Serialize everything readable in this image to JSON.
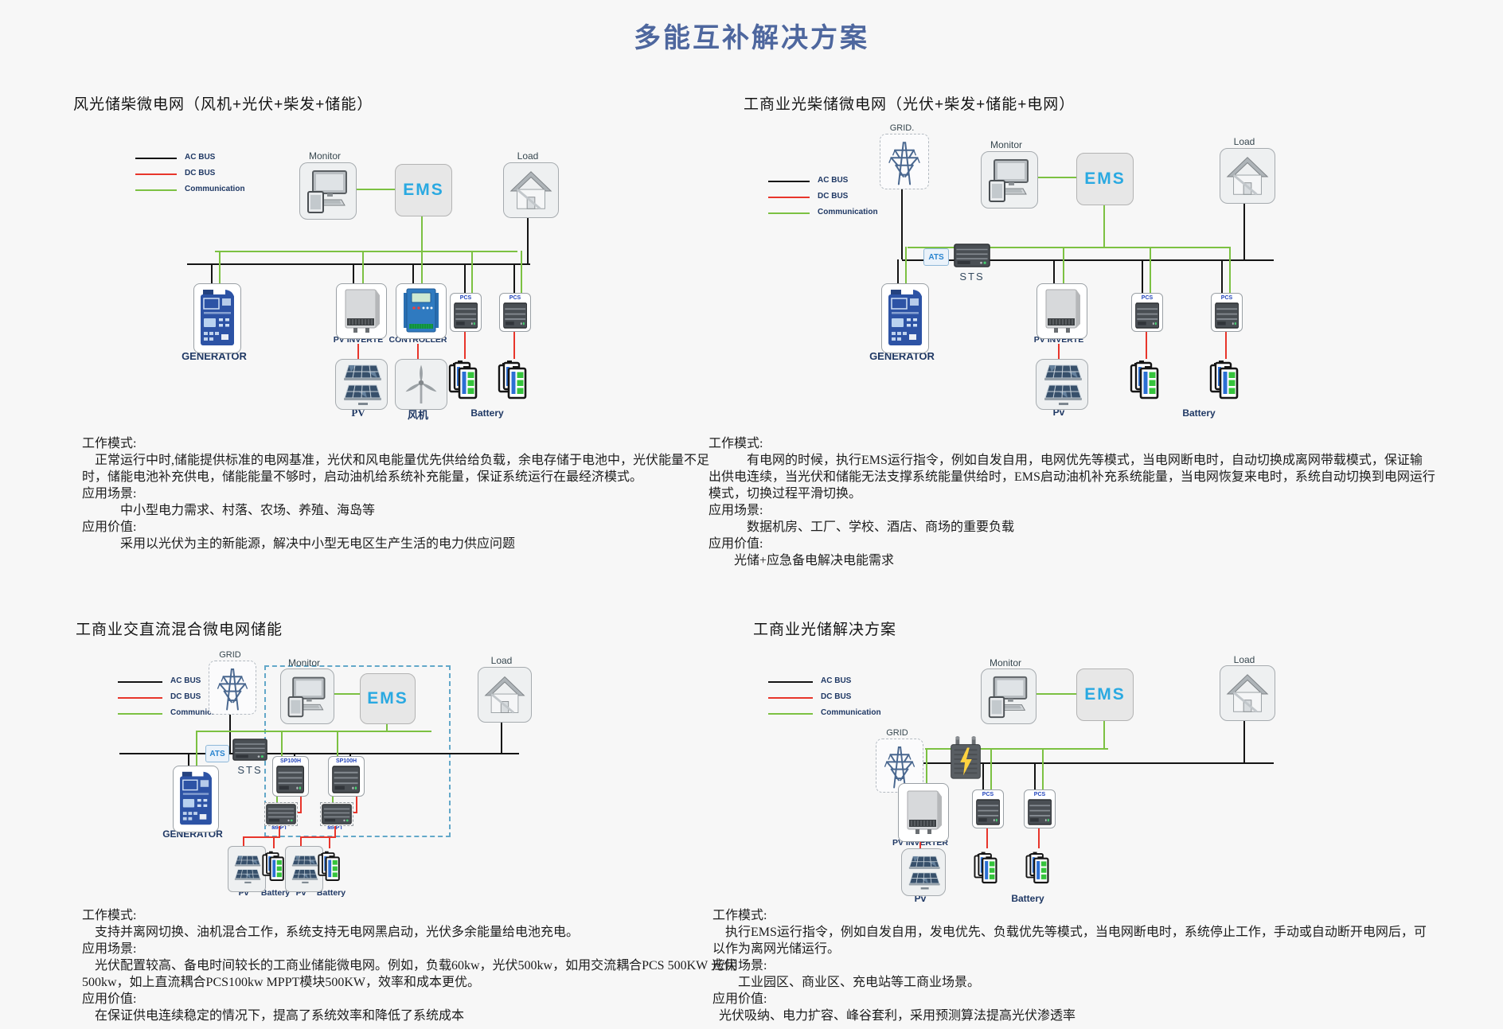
{
  "page": {
    "title": "多能互补解决方案"
  },
  "legend": {
    "ac": "AC BUS",
    "dc": "DC BUS",
    "comm": "Communication"
  },
  "colors": {
    "ac_bus": "#141414",
    "dc_bus": "#e8352b",
    "communication": "#7cc142",
    "title_blue": "#4e679e",
    "ems_blue": "#2aa9e1",
    "label_navy": "#1f3864"
  },
  "q1": {
    "header": "风光储柴微电网（风机+光伏+柴发+储能）",
    "labels": {
      "monitor": "Monitor",
      "ems": "EMS",
      "load": "Load",
      "generator": "GENERATOR",
      "pv_inverter": "PV INVERTE",
      "controller": "CONTROLLER",
      "pcs": "PCS",
      "pv": "PV",
      "wind": "风机",
      "battery": "Battery"
    },
    "lines": [
      "工作模式:",
      "正常运行中时,储能提供标准的电网基准，光伏和风电能量优先供给给负载，余电存储于电池中，光伏能量不足",
      "时，储能电池补充供电，储能能量不够时，启动油机给系统补充能量，保证系统运行在最经济模式。",
      "应用场景:",
      "中小型电力需求、村落、农场、养殖、海岛等",
      "应用价值:",
      "采用以光伏为主的新能源，解决中小型无电区生产生活的电力供应问题"
    ]
  },
  "q2": {
    "header": "工商业光柴储微电网（光伏+柴发+储能+电网）",
    "labels": {
      "grid": "GRID.",
      "monitor": "Monitor",
      "ems": "EMS",
      "load": "Load",
      "ats": "ATS",
      "sts": "STS",
      "generator": "GENERATOR",
      "pv_inverter": "PV INVERTE",
      "pcs": "PCS",
      "pv": "Pv",
      "battery": "Battery"
    },
    "lines": [
      "工作模式:",
      "有电网的时候，执行EMS运行指令，例如自发自用，电网优先等模式，当电网断电时，自动切换成离网带载模式，保证输",
      "出供电连续，当光伏和储能无法支撑系统能量供给时，EMS启动油机补充系统能量，当电网恢复来电时，系统自动切换到电网运行",
      "模式，切换过程平滑切换。",
      "应用场景:",
      "数据机房、工厂、学校、酒店、商场的重要负载",
      "应用价值:",
      "光储+应急备电解决电能需求"
    ]
  },
  "q3": {
    "header": "工商业交直流混合微电网储能",
    "labels": {
      "grid": "GRID",
      "monitor": "Monitor",
      "ems": "EMS",
      "load": "Load",
      "ats": "ATS",
      "sts": "STS",
      "generator": "GENERATOR",
      "rack": "SP100H",
      "mppt": "MPPT",
      "pv": "Pv",
      "battery": "Battery"
    },
    "lines": [
      "工作模式:",
      "支持并离网切换、油机混合工作，系统支持无电网黑启动，光伏多余能量给电池充电。",
      "应用场景:",
      "光伏配置较高、备电时间较长的工商业储能微电网。例如，负载60kw，光伏500kw，如用交流耦合PCS 500KW 光伏",
      "500kw，如上直流耦合PCS100kw MPPT模块500KW，效率和成本更优。",
      "应用价值:",
      "在保证供电连续稳定的情况下，提高了系统效率和降低了系统成本"
    ]
  },
  "q4": {
    "header": "工商业光储解决方案",
    "labels": {
      "grid": "GRID",
      "monitor": "Monitor",
      "ems": "EMS",
      "load": "Load",
      "pv_inverter": "PV INVERTER",
      "pcs": "PCS",
      "pv": "Pv",
      "battery": "Battery"
    },
    "lines": [
      "工作模式:",
      "执行EMS运行指令，例如自发自用，发电优先、负载优先等模式，当电网断电时，系统停止工作，手动或自动断开电网后，可",
      "以作为离网光储运行。",
      "应用场景:",
      "工业园区、商业区、充电站等工商业场景。",
      "应用价值:",
      "光伏吸纳、电力扩容、峰谷套利，采用预测算法提高光伏渗透率"
    ]
  }
}
